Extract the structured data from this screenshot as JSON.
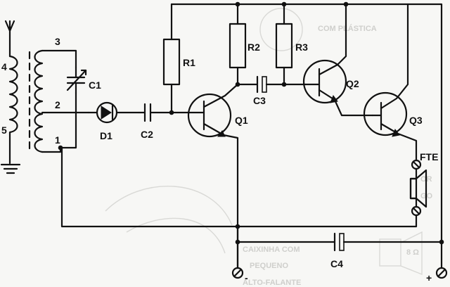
{
  "labels": {
    "coil_pin_4": "4",
    "coil_pin_5": "5",
    "tap_3": "3",
    "tap_2": "2",
    "tap_1": "1",
    "c1": "C1",
    "d1": "D1",
    "c2": "C2",
    "r1": "R1",
    "r2": "R2",
    "r3": "R3",
    "c3": "C3",
    "q1": "Q1",
    "q2": "Q2",
    "q3": "Q3",
    "fte": "FTE",
    "c4": "C4",
    "minus": "-",
    "plus": "+"
  },
  "background_text": {
    "t1": "COM PLÁSTICA",
    "t2": "CAIXINHA COM",
    "t3": "PEQUENO",
    "t4": "ALTO-FALANTE",
    "t5": "8 Ω",
    "t6": "OR",
    "t7": "GO"
  }
}
